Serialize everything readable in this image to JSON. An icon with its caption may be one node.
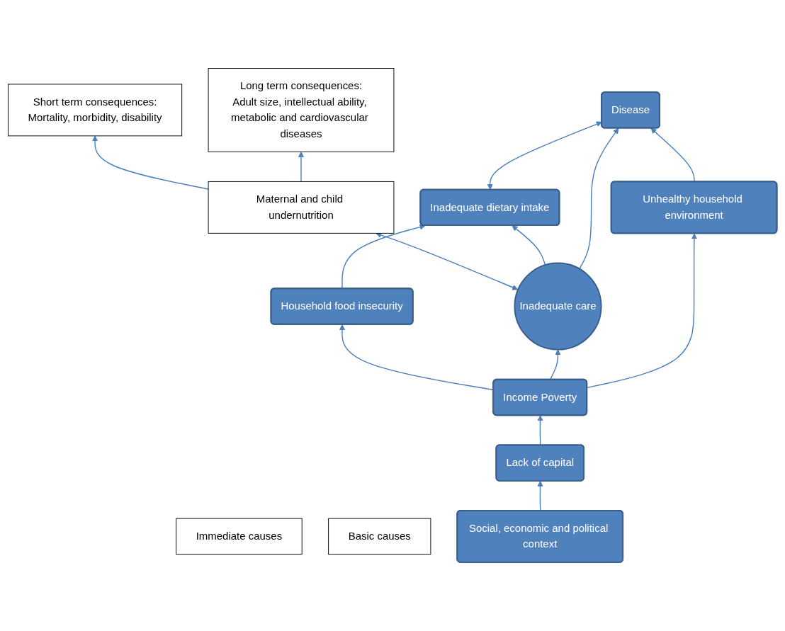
{
  "diagram": {
    "nodes": [
      {
        "text": [
          "Short term consequences:",
          "Mortality, morbidity, disability"
        ]
      },
      {
        "text": [
          "Long term consequences:",
          "Adult size, intellectual ability, metabolic and cardiovascular diseases"
        ]
      },
      {
        "text": [
          "Maternal and child undernutrition"
        ]
      },
      {
        "text": [
          "Inadequate dietary intake"
        ]
      },
      {
        "text": [
          "Disease"
        ]
      },
      {
        "text": [
          "Immediate causes"
        ]
      },
      {
        "text": [
          "Household food insecurity"
        ]
      },
      {
        "text": [
          "Inadequate care"
        ]
      },
      {
        "text": [
          "Unhealthy household environment"
        ]
      },
      {
        "text": [
          "Income Poverty"
        ]
      },
      {
        "text": [
          "Lack of capital"
        ]
      },
      {
        "text": [
          "Basic causes"
        ]
      },
      {
        "text": [
          "Social, economic and political context"
        ]
      }
    ],
    "edges": [
      {
        "from": 2,
        "to": 0,
        "arrow": "to"
      },
      {
        "from": 2,
        "to": 1,
        "arrow": "to"
      },
      {
        "from": 7,
        "to": 2,
        "arrow": "both"
      },
      {
        "from": 3,
        "to": 4,
        "arrow": "both"
      },
      {
        "from": 7,
        "to": 3,
        "arrow": "to"
      },
      {
        "from": 7,
        "to": 4,
        "arrow": "to"
      },
      {
        "from": 6,
        "to": 3,
        "arrow": "to"
      },
      {
        "from": 8,
        "to": 4,
        "arrow": "to"
      },
      {
        "from": 9,
        "to": 6,
        "arrow": "to"
      },
      {
        "from": 9,
        "to": 7,
        "arrow": "to"
      },
      {
        "from": 9,
        "to": 8,
        "arrow": "to"
      },
      {
        "from": 10,
        "to": 9,
        "arrow": "to"
      },
      {
        "from": 12,
        "to": 10,
        "arrow": "to"
      }
    ]
  }
}
